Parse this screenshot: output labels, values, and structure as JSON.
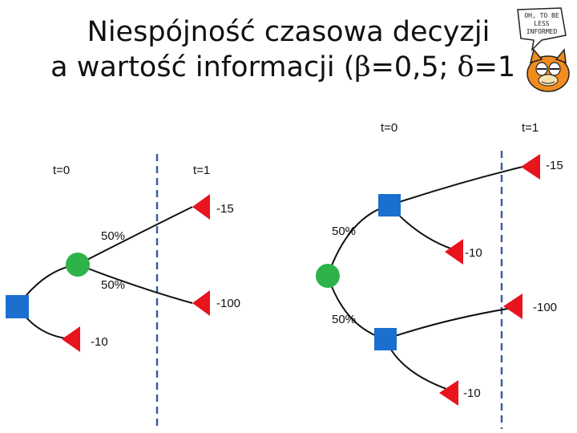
{
  "title": {
    "line1": "Niespójność czasowa decyzji",
    "line2_prefix": "a wartość informacji (",
    "beta": "β",
    "line2_mid": "=0,5; ",
    "delta": "δ",
    "line2_suffix": "=1)"
  },
  "cartoon": {
    "speech_lines": [
      "OH, TO BE",
      "LESS",
      "INFORMED"
    ]
  },
  "left_tree": {
    "t0_label": "t=0",
    "t1_label": "t=1",
    "prob_top": "50%",
    "prob_bottom": "50%",
    "payoff_top": "-15",
    "payoff_mid": "-100",
    "payoff_bottom": "-10"
  },
  "right_tree": {
    "t0_label": "t=0",
    "t1_label": "t=1",
    "prob_top": "50%",
    "prob_bottom": "50%",
    "payoff_top": "-15",
    "payoff_upper_mid": "-10",
    "payoff_lower_mid": "-100",
    "payoff_bottom": "-10"
  },
  "colors": {
    "decision_node": "#1a6fcf",
    "chance_node": "#2db34a",
    "terminal_node": "#e8141e",
    "divider": "#3a5f9a",
    "edge": "#111111"
  }
}
